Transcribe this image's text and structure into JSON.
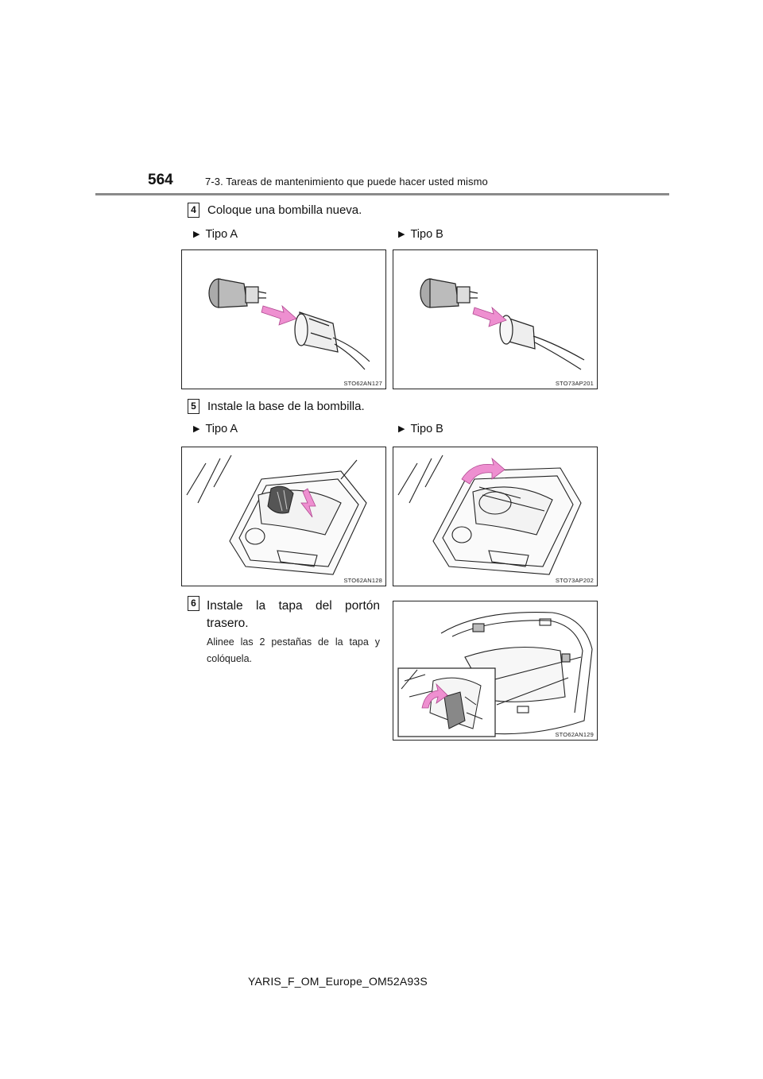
{
  "header": {
    "page_number": "564",
    "section_title": "7-3. Tareas de mantenimiento que puede hacer usted mismo"
  },
  "steps": [
    {
      "number": "4",
      "text": "Coloque una bombilla nueva.",
      "types": [
        "Tipo A",
        "Tipo B"
      ],
      "figure_codes": [
        "STO62AN127",
        "STO73AP201"
      ]
    },
    {
      "number": "5",
      "text": "Instale la base de la bombilla.",
      "types": [
        "Tipo A",
        "Tipo B"
      ],
      "figure_codes": [
        "STO62AN128",
        "STO73AP202"
      ]
    },
    {
      "number": "6",
      "text": "Instale la tapa del portón trasero.",
      "note": "Alinee las 2 pestañas de la tapa y colóquela.",
      "figure_codes": [
        "STO62AN129"
      ]
    }
  ],
  "footer": {
    "document_id": "YARIS_F_OM_Europe_OM52A93S"
  },
  "colors": {
    "arrow_pink": "#ee8fd0",
    "rule_gray": "#8a8a8a"
  },
  "icons": {
    "bullet": "triangle-right-icon"
  }
}
